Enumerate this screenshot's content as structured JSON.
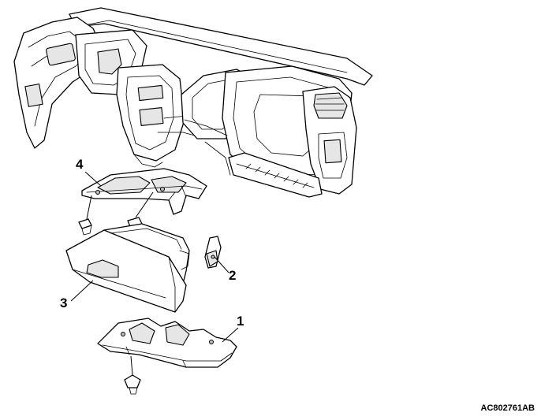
{
  "callouts": [
    {
      "number": "1",
      "part": "lower-cover"
    },
    {
      "number": "2",
      "part": "bracket"
    },
    {
      "number": "3",
      "part": "glove-box"
    },
    {
      "number": "4",
      "part": "upper-striker-bracket"
    }
  ],
  "figure_code": "AC802761AB"
}
